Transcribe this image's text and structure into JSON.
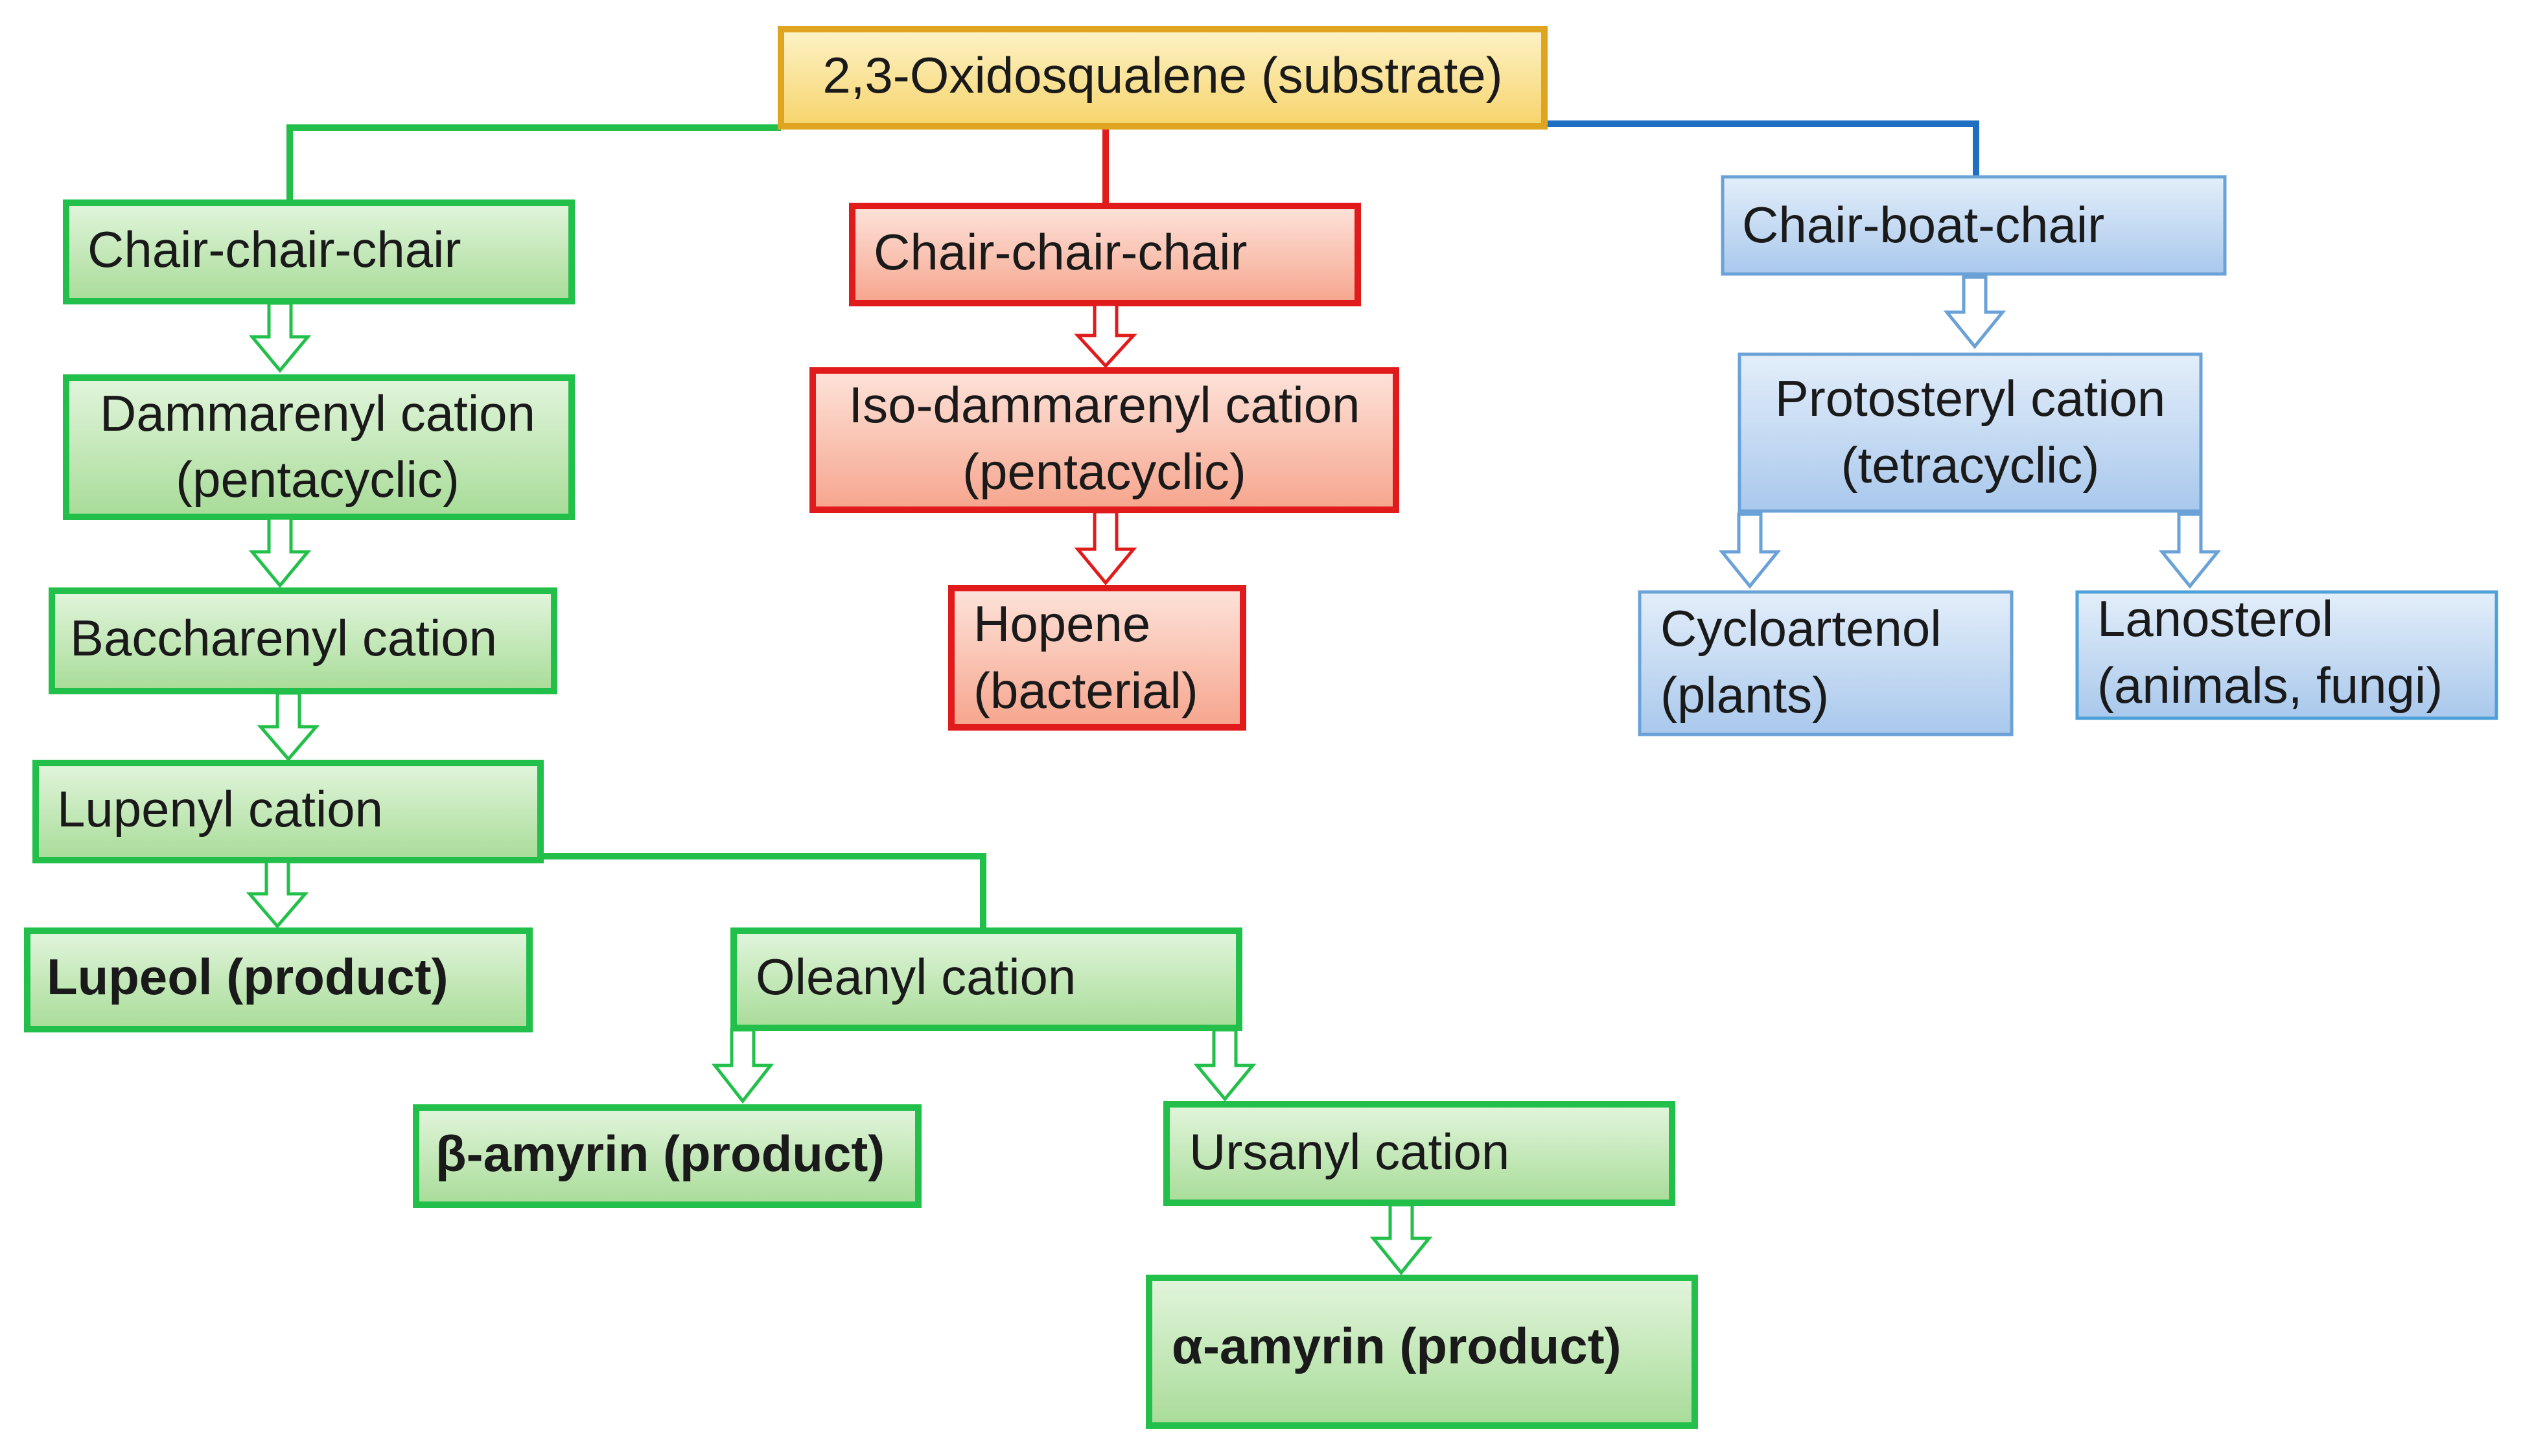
{
  "colors": {
    "green_border": "#22c04a",
    "green_fill_top": "#e2f5dc",
    "green_fill_bottom": "#a8dc98",
    "red_border": "#e11b1b",
    "red_fill_top": "#fde3da",
    "red_fill_bottom": "#f6a58d",
    "blue_border": "#6aa2d8",
    "blue_fill_top": "#e3eefa",
    "blue_fill_bottom": "#a9c8ec",
    "blue_line": "#1f6fc0",
    "orange_border": "#e0a520",
    "orange_fill_top": "#fdf3c8",
    "orange_fill_bottom": "#f7d46b"
  },
  "nodes": {
    "substrate": {
      "lines": [
        "2,3-Oxidosqualene (substrate)"
      ]
    },
    "green_chair": {
      "lines": [
        "Chair-chair-chair"
      ]
    },
    "dammarenyl": {
      "lines": [
        "Dammarenyl cation",
        "(pentacyclic)"
      ]
    },
    "baccharenyl": {
      "lines": [
        "Baccharenyl cation"
      ]
    },
    "lupenyl": {
      "lines": [
        "Lupenyl cation"
      ]
    },
    "lupeol": {
      "lines": [
        "Lupeol (product)"
      ]
    },
    "oleanyl": {
      "lines": [
        "Oleanyl cation"
      ]
    },
    "beta_amyrin": {
      "lines": [
        "β-amyrin (product)"
      ]
    },
    "ursanyl": {
      "lines": [
        "Ursanyl cation"
      ]
    },
    "alpha_amyrin": {
      "lines": [
        "α-amyrin (product)"
      ]
    },
    "red_chair": {
      "lines": [
        "Chair-chair-chair"
      ]
    },
    "iso_dammarenyl": {
      "lines": [
        "Iso-dammarenyl cation",
        "(pentacyclic)"
      ]
    },
    "hopene": {
      "lines": [
        "Hopene",
        "(bacterial)"
      ]
    },
    "blue_chair": {
      "lines": [
        "Chair-boat-chair"
      ]
    },
    "protosteryl": {
      "lines": [
        "Protosteryl cation",
        "(tetracyclic)"
      ]
    },
    "cycloartenol": {
      "lines": [
        "Cycloartenol",
        "(plants)"
      ]
    },
    "lanosterol": {
      "lines": [
        "Lanosterol",
        "(animals, fungi)"
      ]
    }
  }
}
